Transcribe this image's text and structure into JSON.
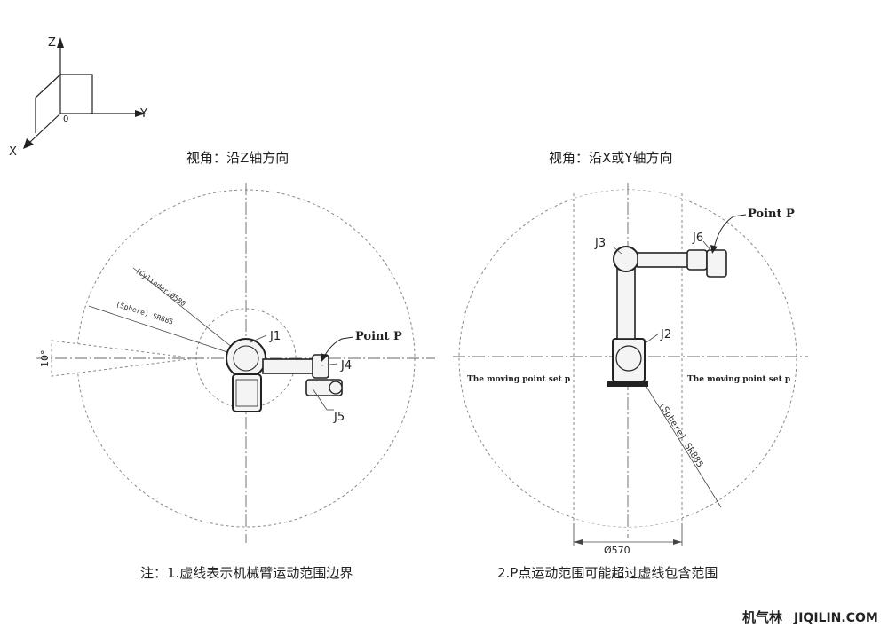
{
  "axes": {
    "z": "Z",
    "y": "Y",
    "x": "X",
    "origin": "0"
  },
  "left_view": {
    "title": "视角：沿Z轴方向",
    "labels": {
      "j1": "J1",
      "j4": "J4",
      "j5": "J5",
      "point_p": "Point P",
      "cylinder": "(Cylinder)Ø580",
      "sphere": "(Sphere) SR885",
      "angle": "10°"
    }
  },
  "right_view": {
    "title": "视角：沿X或Y轴方向",
    "labels": {
      "j2": "J2",
      "j3": "J3",
      "j6": "J6",
      "point_p": "Point P",
      "moving_left": "The moving point set p",
      "moving_right": "The moving point set p",
      "sphere": "(Sphere) SR885",
      "diameter": "Ø570"
    }
  },
  "notes": {
    "note1": "注：1.虚线表示机械臂运动范围边界",
    "note2": "2.P点运动范围可能超过虚线包含范围"
  },
  "watermark": {
    "cn": "机气林",
    "url": "JIQILIN.COM"
  },
  "colors": {
    "line": "#222222",
    "dash": "#888888",
    "dot": "#b0b0b0",
    "arm_fill": "#f4f4f4"
  }
}
